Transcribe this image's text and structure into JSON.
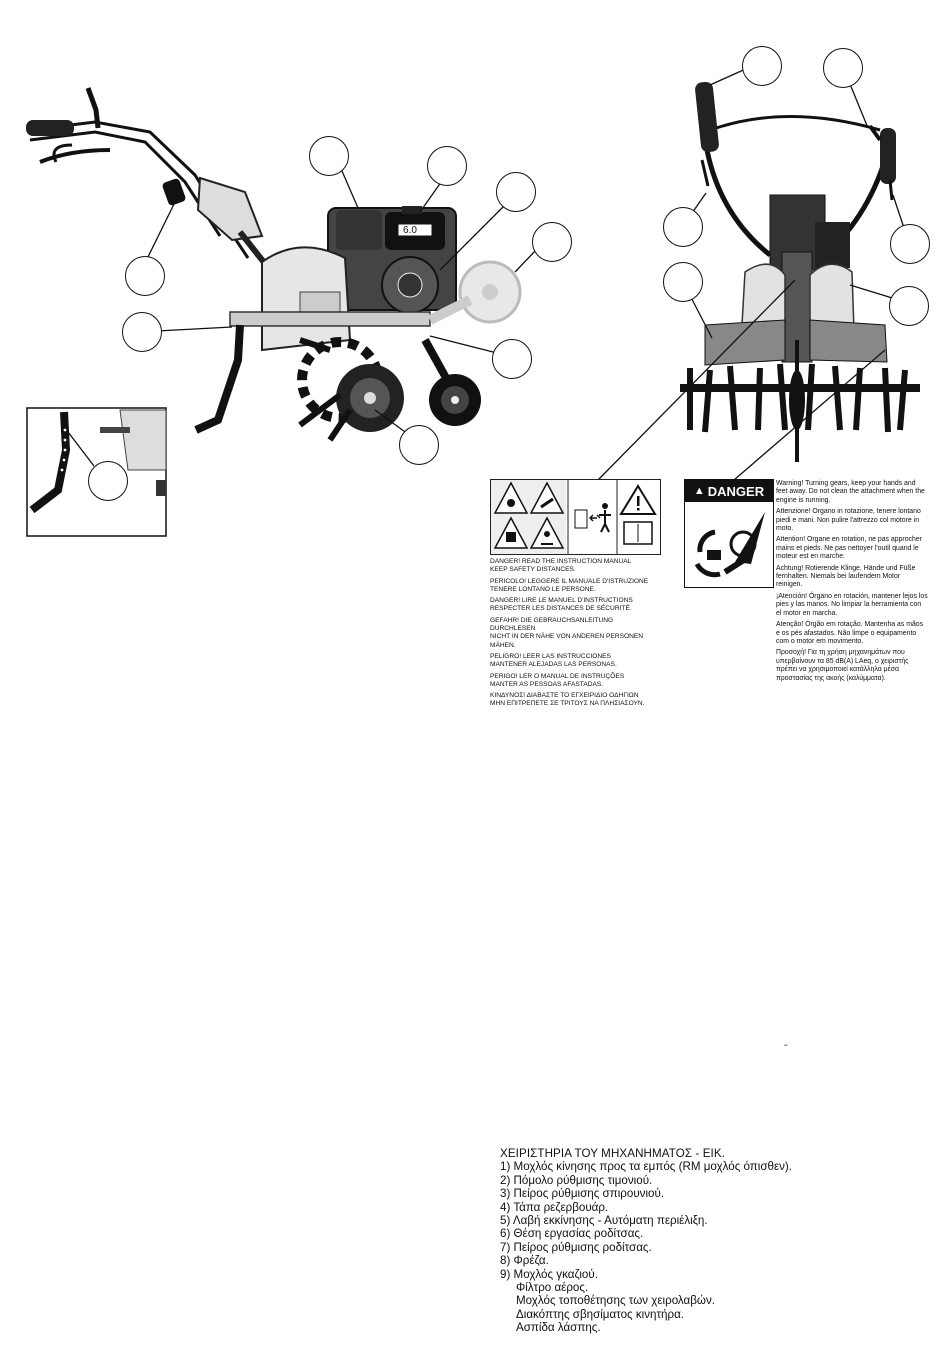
{
  "engine_badge": "6.0",
  "side_brand_label": "",
  "label_left": {
    "icons": [
      "hands-warning-icon",
      "feet-warning-icon",
      "manual-icon",
      "distance-person-icon",
      "hazard-triangle-icon",
      "book-icon"
    ],
    "lines": [
      [
        "DANGER! READ THE INSTRUCTION MANUAL",
        "KEEP SAFETY DISTANCES."
      ],
      [
        "PERICOLO! LEGGERE IL MANUALE D'ISTRUZIONE",
        "TENERE LONTANO LE PERSONE."
      ],
      [
        "DANGER! LIRE LE MANUEL D'INSTRUCTIONS",
        "RESPECTER LES DISTANCES DE SÉCURITÉ."
      ],
      [
        "GEFAHR! DIE GEBRAUCHSANLEITUNG DURCHLESEN",
        "NICHT IN DER NÄHE VON ANDEREN PERSONEN MÄHEN."
      ],
      [
        "PELIGRO! LEER LAS INSTRUCCIONES",
        "MANTENER ALEJADAS LAS PERSONAS."
      ],
      [
        "PERIGO! LER O MANUAL DE INSTRUÇÕES",
        "MANTER AS PESSOAS AFASTADAS."
      ],
      [
        "ΚΙΝΔΥΝΟΣ! ΔΙΑΒΑΣΤΕ ΤΟ ΕΓΧΕΙΡΙΔΙΟ ΟΔΗΓΙΩΝ",
        "ΜΗΝ ΕΠΙΤΡΕΠΕΤΕ ΣΕ ΤΡΙΤΟΥΣ ΝΑ ΠΛΗΣΙΑΣΟΥΝ."
      ]
    ]
  },
  "label_right": {
    "danger_word": "DANGER",
    "paragraphs": [
      "Warning! Turning gears, keep your hands and feet away. Do not clean the attachment when the engine is running.",
      "Attenzione! Organo in rotazione, tenere lontano piedi e mani. Non pulire l'attrezzo col motore in moto.",
      "Attention! Organe en rotation, ne pas approcher mains et pieds. Ne pas nettoyer l'outil quand le moteur est en marche.",
      "Achtung! Rotierende Klinge, Hände und Füße fernhalten. Niemals bei laufendem Motor reinigen.",
      "¡Atención! Órgano en rotación, mantener lejos los pies y las manos. No limpiar la herramienta con el motor en marcha.",
      "Atenção! Órgão em rotação. Mantenha as mãos e os pés afastados. Não limpe o equipamento com o motor em movimento.",
      "Προσοχή! Για τη χρήση μηχανημάτων που υπερβαίνουν τα 85 dB(A) LAeq, ο χειριστής πρέπει να χρησιμοποιεί κατάλληλα μέσα προστασίας της ακοής (καλύμματα)."
    ]
  },
  "stray_mark": "˝",
  "legend": {
    "title": "ΧΕΙΡΙΣΤΗΡΙΑ ΤΟΥ ΜΗΧΑΝΗΜΑΤΟΣ - ΕΙΚ.",
    "items": [
      "1) Μοχλός κίνησης προς τα εμπός (RM μοχλός όπισθεν).",
      "2) Πόμολο ρύθμισης τιμονιού.",
      "3) Πείρος ρύθμισης σπιρουνιού.",
      "4)  Τάπα ρεζερβουάρ.",
      "5) Λαβή εκκίνησης - Αυτόματη περιέλιξη.",
      "6) Θέση εργασίας ροδίτσας.",
      "7) Πείρος ρύθμισης ροδίτσας.",
      "8) Φρέζα.",
      "9) Μοχλός γκαζιού."
    ],
    "subitems": [
      "Φίλτρο αέρος.",
      "Μοχλός τοποθέτησης των χειρολαβών.",
      "Διακόπτης σβησίματος κινητήρα.",
      "Ασπίδα λάσπης."
    ]
  }
}
